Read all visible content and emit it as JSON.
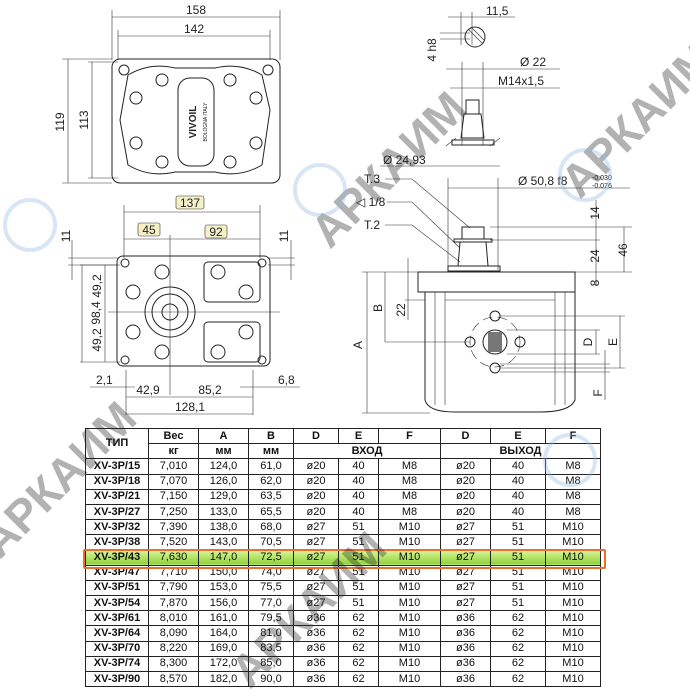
{
  "watermark": "АРКАИМ",
  "colors": {
    "watermark": "#8fb4e3",
    "highlight_row": "#9bd63f",
    "highlight_border": "#e8702a",
    "label_box": "#f6f0c8"
  },
  "top_view": {
    "dims": {
      "outer_width": "158",
      "inner_width": "142",
      "outer_height": "119",
      "inner_height": "113"
    },
    "brand": "VIVOIL",
    "brand_sub": "BOLOGNA ITALY"
  },
  "flange_view": {
    "dims": {
      "total": "137",
      "left": "45",
      "right": "92",
      "top_left": "11",
      "top_right": "11",
      "half_upper": "49,2",
      "half_lower": "49,2",
      "height": "98,4",
      "offset_left": "2,1",
      "left_holes": "42,9",
      "right_holes": "85,2",
      "offset_right": "6,8",
      "hole_span": "128,1"
    }
  },
  "shaft_view": {
    "dims": {
      "key_width": "11,5",
      "key_height": "4 h8",
      "shaft_dia": "Ø 22",
      "thread": "M14x1,5",
      "seal_dia": "Ø 24,93",
      "pilot_dia": "Ø 50,8 f8",
      "tol_upper": "-0.030",
      "tol_lower": "-0.076",
      "t3": "T.3",
      "taper": "◁ 1/8",
      "t2": "T.2",
      "d14": "14",
      "d24": "24",
      "d46": "46",
      "d8": "8"
    }
  },
  "side_view": {
    "dims": {
      "a": "A",
      "b": "B",
      "d22": "22",
      "d": "D",
      "e": "E",
      "f": "F"
    }
  },
  "table": {
    "header1": [
      "ТИП",
      "Вес",
      "A",
      "B",
      "D",
      "E",
      "F",
      "D",
      "E",
      "F"
    ],
    "header2": [
      "кг",
      "мм",
      "мм",
      "ВХОД",
      "ВЫХОД"
    ],
    "highlighted": "XV-3P/43",
    "rows": [
      [
        "XV-3P/15",
        "7,010",
        "124,0",
        "61,0",
        "ø20",
        "40",
        "M8",
        "ø20",
        "40",
        "M8"
      ],
      [
        "XV-3P/18",
        "7,070",
        "126,0",
        "62,0",
        "ø20",
        "40",
        "M8",
        "ø20",
        "40",
        "M8"
      ],
      [
        "XV-3P/21",
        "7,150",
        "129,0",
        "63,5",
        "ø20",
        "40",
        "M8",
        "ø20",
        "40",
        "M8"
      ],
      [
        "XV-3P/27",
        "7,250",
        "133,0",
        "65,5",
        "ø20",
        "40",
        "M8",
        "ø20",
        "40",
        "M8"
      ],
      [
        "XV-3P/32",
        "7,390",
        "138,0",
        "68,0",
        "ø27",
        "51",
        "M10",
        "ø27",
        "51",
        "M10"
      ],
      [
        "XV-3P/38",
        "7,520",
        "143,0",
        "70,5",
        "ø27",
        "51",
        "M10",
        "ø27",
        "51",
        "M10"
      ],
      [
        "XV-3P/43",
        "7,630",
        "147,0",
        "72,5",
        "ø27",
        "51",
        "M10",
        "ø27",
        "51",
        "M10"
      ],
      [
        "XV-3P/47",
        "7,710",
        "150,0",
        "74,0",
        "ø27",
        "51",
        "M10",
        "ø27",
        "51",
        "M10"
      ],
      [
        "XV-3P/51",
        "7,790",
        "153,0",
        "75,5",
        "ø27",
        "51",
        "M10",
        "ø27",
        "51",
        "M10"
      ],
      [
        "XV-3P/54",
        "7,870",
        "156,0",
        "77,0",
        "ø27",
        "51",
        "M10",
        "ø27",
        "51",
        "M10"
      ],
      [
        "XV-3P/61",
        "8,010",
        "161,0",
        "79,5",
        "ø36",
        "62",
        "M10",
        "ø36",
        "62",
        "M10"
      ],
      [
        "XV-3P/64",
        "8,090",
        "164,0",
        "81,0",
        "ø36",
        "62",
        "M10",
        "ø36",
        "62",
        "M10"
      ],
      [
        "XV-3P/70",
        "8,220",
        "169,0",
        "83,5",
        "ø36",
        "62",
        "M10",
        "ø36",
        "62",
        "M10"
      ],
      [
        "XV-3P/74",
        "8,300",
        "172,0",
        "85,0",
        "ø36",
        "62",
        "M10",
        "ø36",
        "62",
        "M10"
      ],
      [
        "XV-3P/90",
        "8,570",
        "182,0",
        "90,0",
        "ø36",
        "62",
        "M10",
        "ø36",
        "62",
        "M10"
      ]
    ]
  }
}
